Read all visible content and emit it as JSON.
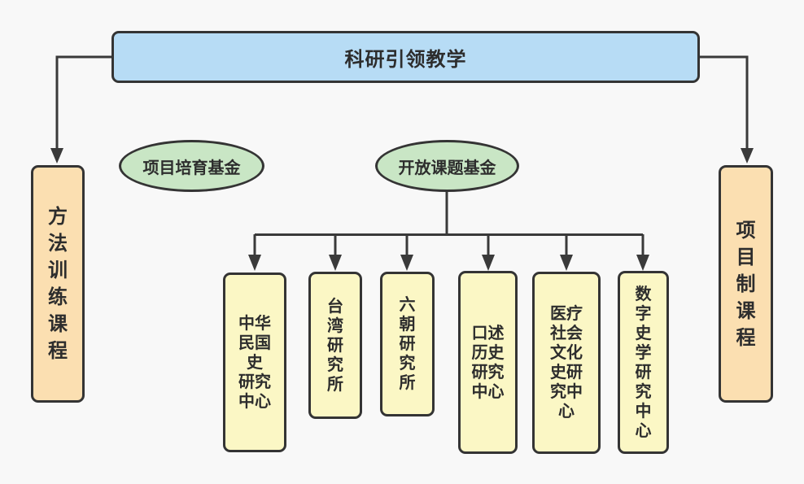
{
  "diagram": {
    "nodes": {
      "root": {
        "label": "科研引领教学"
      },
      "fund_left": {
        "label": "项目培育基金"
      },
      "fund_right": {
        "label": "开放课题基金"
      },
      "course_left": {
        "label": "方法训练课程",
        "display": "方\n法\n训\n练\n课\n程"
      },
      "course_right": {
        "label": "项目制课程",
        "display": "项\n目\n制\n课\n程"
      },
      "centers": [
        {
          "label": "中华民国史研究中心",
          "display": "中华\n民国\n史\n研究\n中心"
        },
        {
          "label": "台湾研究所",
          "display": "台\n湾\n研\n究\n所"
        },
        {
          "label": "六朝研究所",
          "display": "六\n朝\n研\n究\n所"
        },
        {
          "label": "口述历史研究中心",
          "display": "口述\n历史\n研究\n中心"
        },
        {
          "label": "医疗社会文化史研究中心",
          "display": "医疗\n社会\n文化\n史研\n究中\n心"
        },
        {
          "label": "数字史学研究中心",
          "display": "数\n字\n史\n学\n研\n究\n中\n心"
        }
      ]
    },
    "colors": {
      "background": "#f8f8f8",
      "stroke": "#3a3a3a",
      "text": "#2d2d2d",
      "root_fill": "#b7dcf5",
      "fund_fill": "#c9e6c5",
      "course_fill": "#fbdfb1",
      "center_fill": "#fbf7c5"
    }
  }
}
